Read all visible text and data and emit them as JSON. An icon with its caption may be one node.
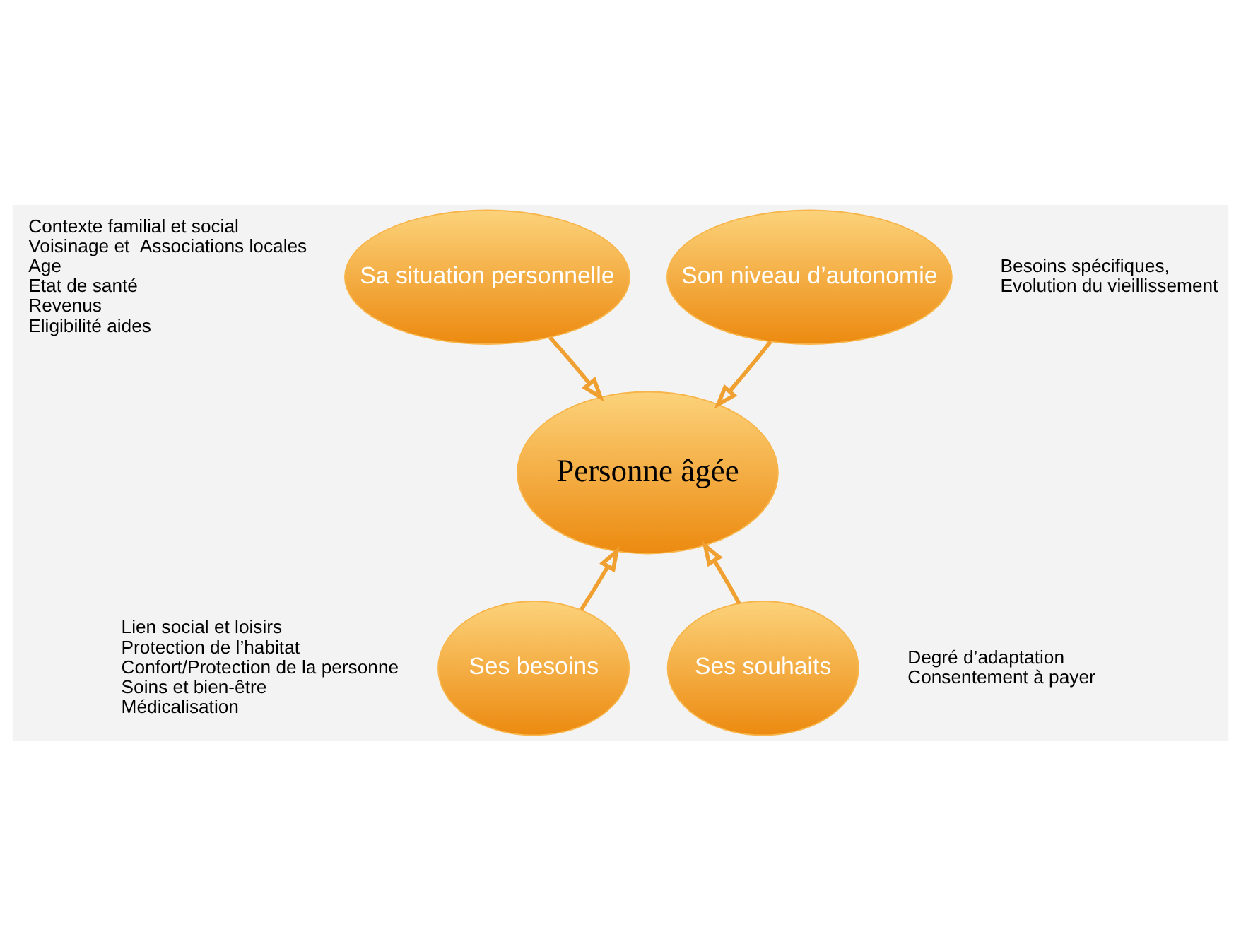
{
  "diagram": {
    "nodes": [
      {
        "text": [
          "Personne âgée"
        ]
      },
      {
        "text": [
          "Sa situation personnelle"
        ],
        "beside": [
          "Contexte familial et social",
          "Voisinage et  Associations locales",
          "Age",
          "Etat de santé",
          "Revenus",
          "Eligibilité aides"
        ]
      },
      {
        "text": [
          "Son niveau d’autonomie"
        ],
        "beside": [
          "Besoins spécifiques,",
          "Evolution du vieillissement"
        ]
      },
      {
        "text": [
          "Ses besoins"
        ],
        "beside": [
          "Lien social et loisirs",
          "Protection de l’habitat",
          "Confort/Protection de la personne",
          "Soins et bien-être",
          "Médicalisation"
        ]
      },
      {
        "text": [
          "Ses souhaits"
        ],
        "beside": [
          "Degré d’adaptation",
          "Consentement à payer"
        ]
      }
    ],
    "edges": [
      {
        "from": 1,
        "to": 0,
        "arrow": "to"
      },
      {
        "from": 2,
        "to": 0,
        "arrow": "to"
      },
      {
        "from": 3,
        "to": 0,
        "arrow": "to"
      },
      {
        "from": 4,
        "to": 0,
        "arrow": "to"
      }
    ]
  }
}
